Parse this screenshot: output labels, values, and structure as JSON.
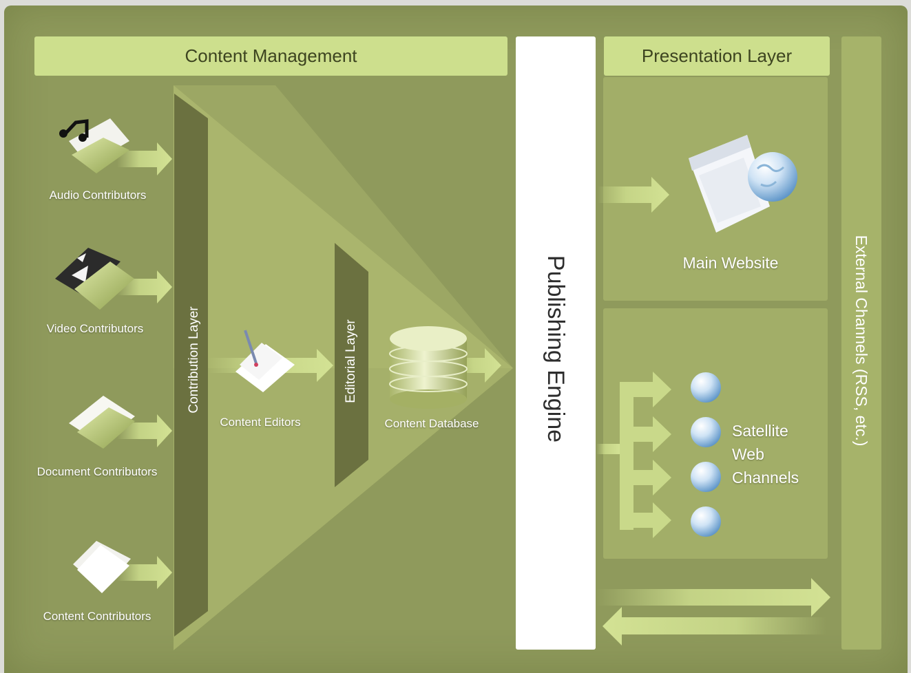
{
  "headers": {
    "content_management": "Content Management",
    "presentation_layer": "Presentation Layer"
  },
  "columns": {
    "publishing_engine": "Publishing Engine",
    "external_channels": "External Channels (RSS, etc.)",
    "contribution_layer": "Contribution Layer",
    "editorial_layer": "Editorial Layer"
  },
  "contributors": {
    "audio": "Audio Contributors",
    "video": "Video Contributors",
    "document": "Document Contributors",
    "content": "Content Contributors"
  },
  "nodes": {
    "content_editors": "Content Editors",
    "content_database": "Content Database",
    "main_website": "Main Website",
    "satellite_line1": "Satellite",
    "satellite_line2": "Web",
    "satellite_line3": "Channels"
  },
  "colors": {
    "background": "#8f9a5c",
    "header": "#cddf8d",
    "arrow": "#c9d98a",
    "dark_band": "#6b7140"
  },
  "icons": [
    "audio-folder-icon",
    "video-folder-icon",
    "document-folder-icon",
    "content-stack-icon",
    "pen-paper-icon",
    "database-icon",
    "browser-globe-icon",
    "globe-icon"
  ]
}
